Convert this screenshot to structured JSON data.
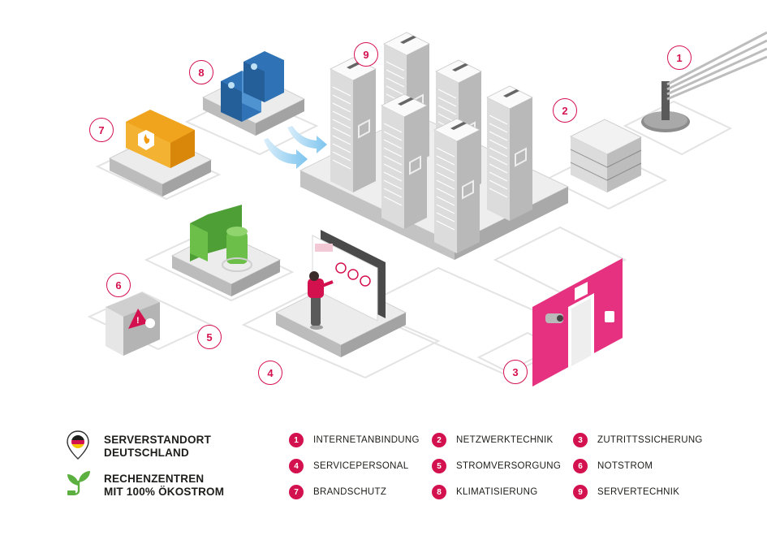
{
  "callouts": [
    {
      "num": "1"
    },
    {
      "num": "2"
    },
    {
      "num": "3"
    },
    {
      "num": "4"
    },
    {
      "num": "5"
    },
    {
      "num": "6"
    },
    {
      "num": "7"
    },
    {
      "num": "8"
    },
    {
      "num": "9"
    }
  ],
  "badges": {
    "location": {
      "line1": "SERVERSTANDORT",
      "line2": "DEUTSCHLAND",
      "icon": "germany-flag-pin-icon"
    },
    "green": {
      "line1": "RECHENZENTREN",
      "line2": "MIT 100% ÖKOSTROM",
      "icon": "plant-plug-icon"
    }
  },
  "legend": [
    {
      "num": "1",
      "label": "INTERNETANBINDUNG"
    },
    {
      "num": "2",
      "label": "NETZWERKTECHNIK"
    },
    {
      "num": "3",
      "label": "ZUTRITTSSICHERUNG"
    },
    {
      "num": "4",
      "label": "SERVICEPERSONAL"
    },
    {
      "num": "5",
      "label": "STROMVERSORGUNG"
    },
    {
      "num": "6",
      "label": "NOTSTROM"
    },
    {
      "num": "7",
      "label": "BRANDSCHUTZ"
    },
    {
      "num": "8",
      "label": "KLIMATISIERUNG"
    },
    {
      "num": "9",
      "label": "SERVERTECHNIK"
    }
  ],
  "colors": {
    "accent": "#d4114f",
    "door": "#e5317f",
    "fire": "#f39c12",
    "cooling": "#3a7dbf",
    "power": "#5cb040",
    "platform": "#e6e6e6",
    "server": "#f0f0f0"
  }
}
